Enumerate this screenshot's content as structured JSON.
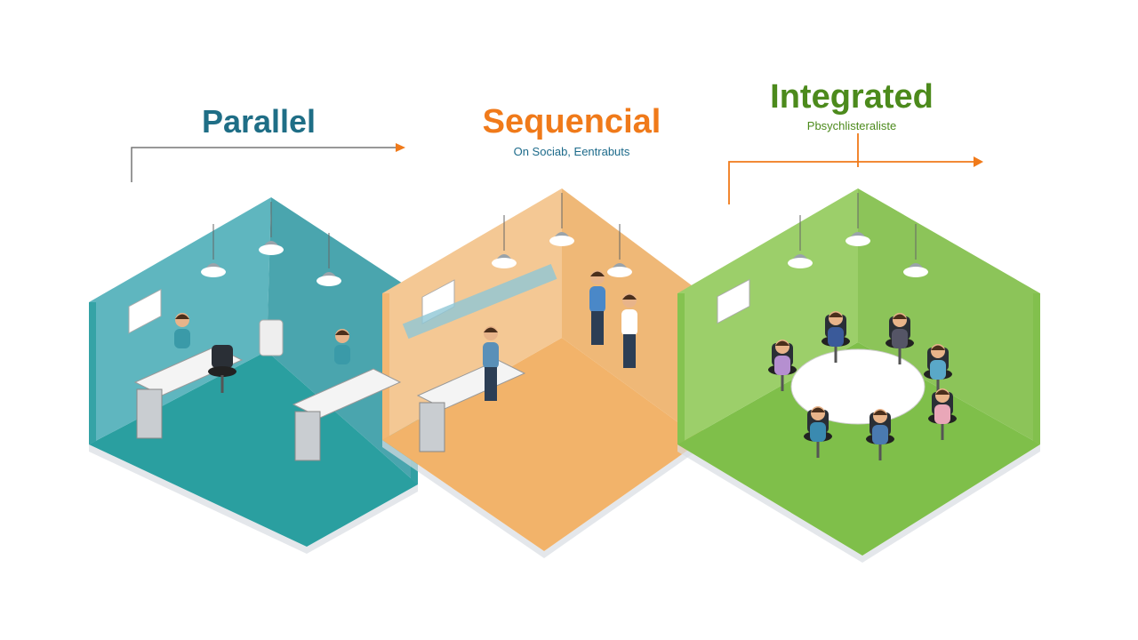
{
  "sections": [
    {
      "title": "Parallel",
      "subtitle": "",
      "color": "#1f6e86",
      "floor": "#2a9fa0",
      "wall_left": "#5fb6bf",
      "wall_right": "#4aa5ae"
    },
    {
      "title": "Sequencial",
      "subtitle": "On Sociab, Eentrabuts",
      "color": "#f07a1a",
      "subtitle_color": "#1c6a8a",
      "floor": "#f2b36a",
      "wall_left": "#f4c894",
      "wall_right": "#efb877"
    },
    {
      "title": "Integrated",
      "subtitle": "Pbsychlisteraliste",
      "color": "#4c8a1c",
      "subtitle_color": "#4c8a1c",
      "floor": "#7fbf4a",
      "wall_left": "#9ccf6a",
      "wall_right": "#8cc459"
    }
  ],
  "colors": {
    "arrow": "#f07a1a",
    "connector": "#555555"
  }
}
